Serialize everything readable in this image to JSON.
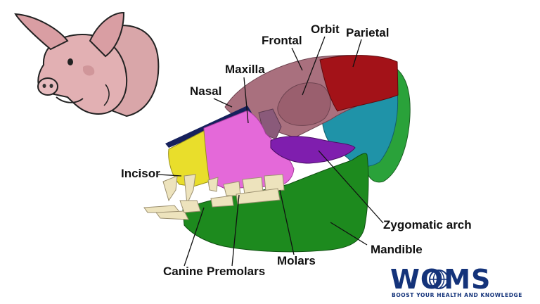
{
  "labels": {
    "frontal": "Frontal",
    "orbit": "Orbit",
    "parietal": "Parietal",
    "maxilla": "Maxilla",
    "nasal": "Nasal",
    "incisor": "Incisor",
    "zygomatic_arch": "Zygomatic arch",
    "mandible": "Mandible",
    "canine": "Canine",
    "premolars": "Premolars",
    "molars": "Molars"
  },
  "logo": {
    "text": "WOMS",
    "tagline": "BOOST YOUR HEALTH AND KNOWLEDGE"
  },
  "colors": {
    "frontal": "#a9707e",
    "parietal": "#a31218",
    "maxilla": "#e469d9",
    "nasal": "#16215c",
    "incisor_bone": "#e9de2b",
    "zygomatic": "#7f1eae",
    "mandible": "#1d8a1e",
    "occipital": "#2aa23a",
    "temporal": "#1f93a8",
    "teeth": "#ede3bd",
    "pig_skin": "#d9a6a9"
  }
}
